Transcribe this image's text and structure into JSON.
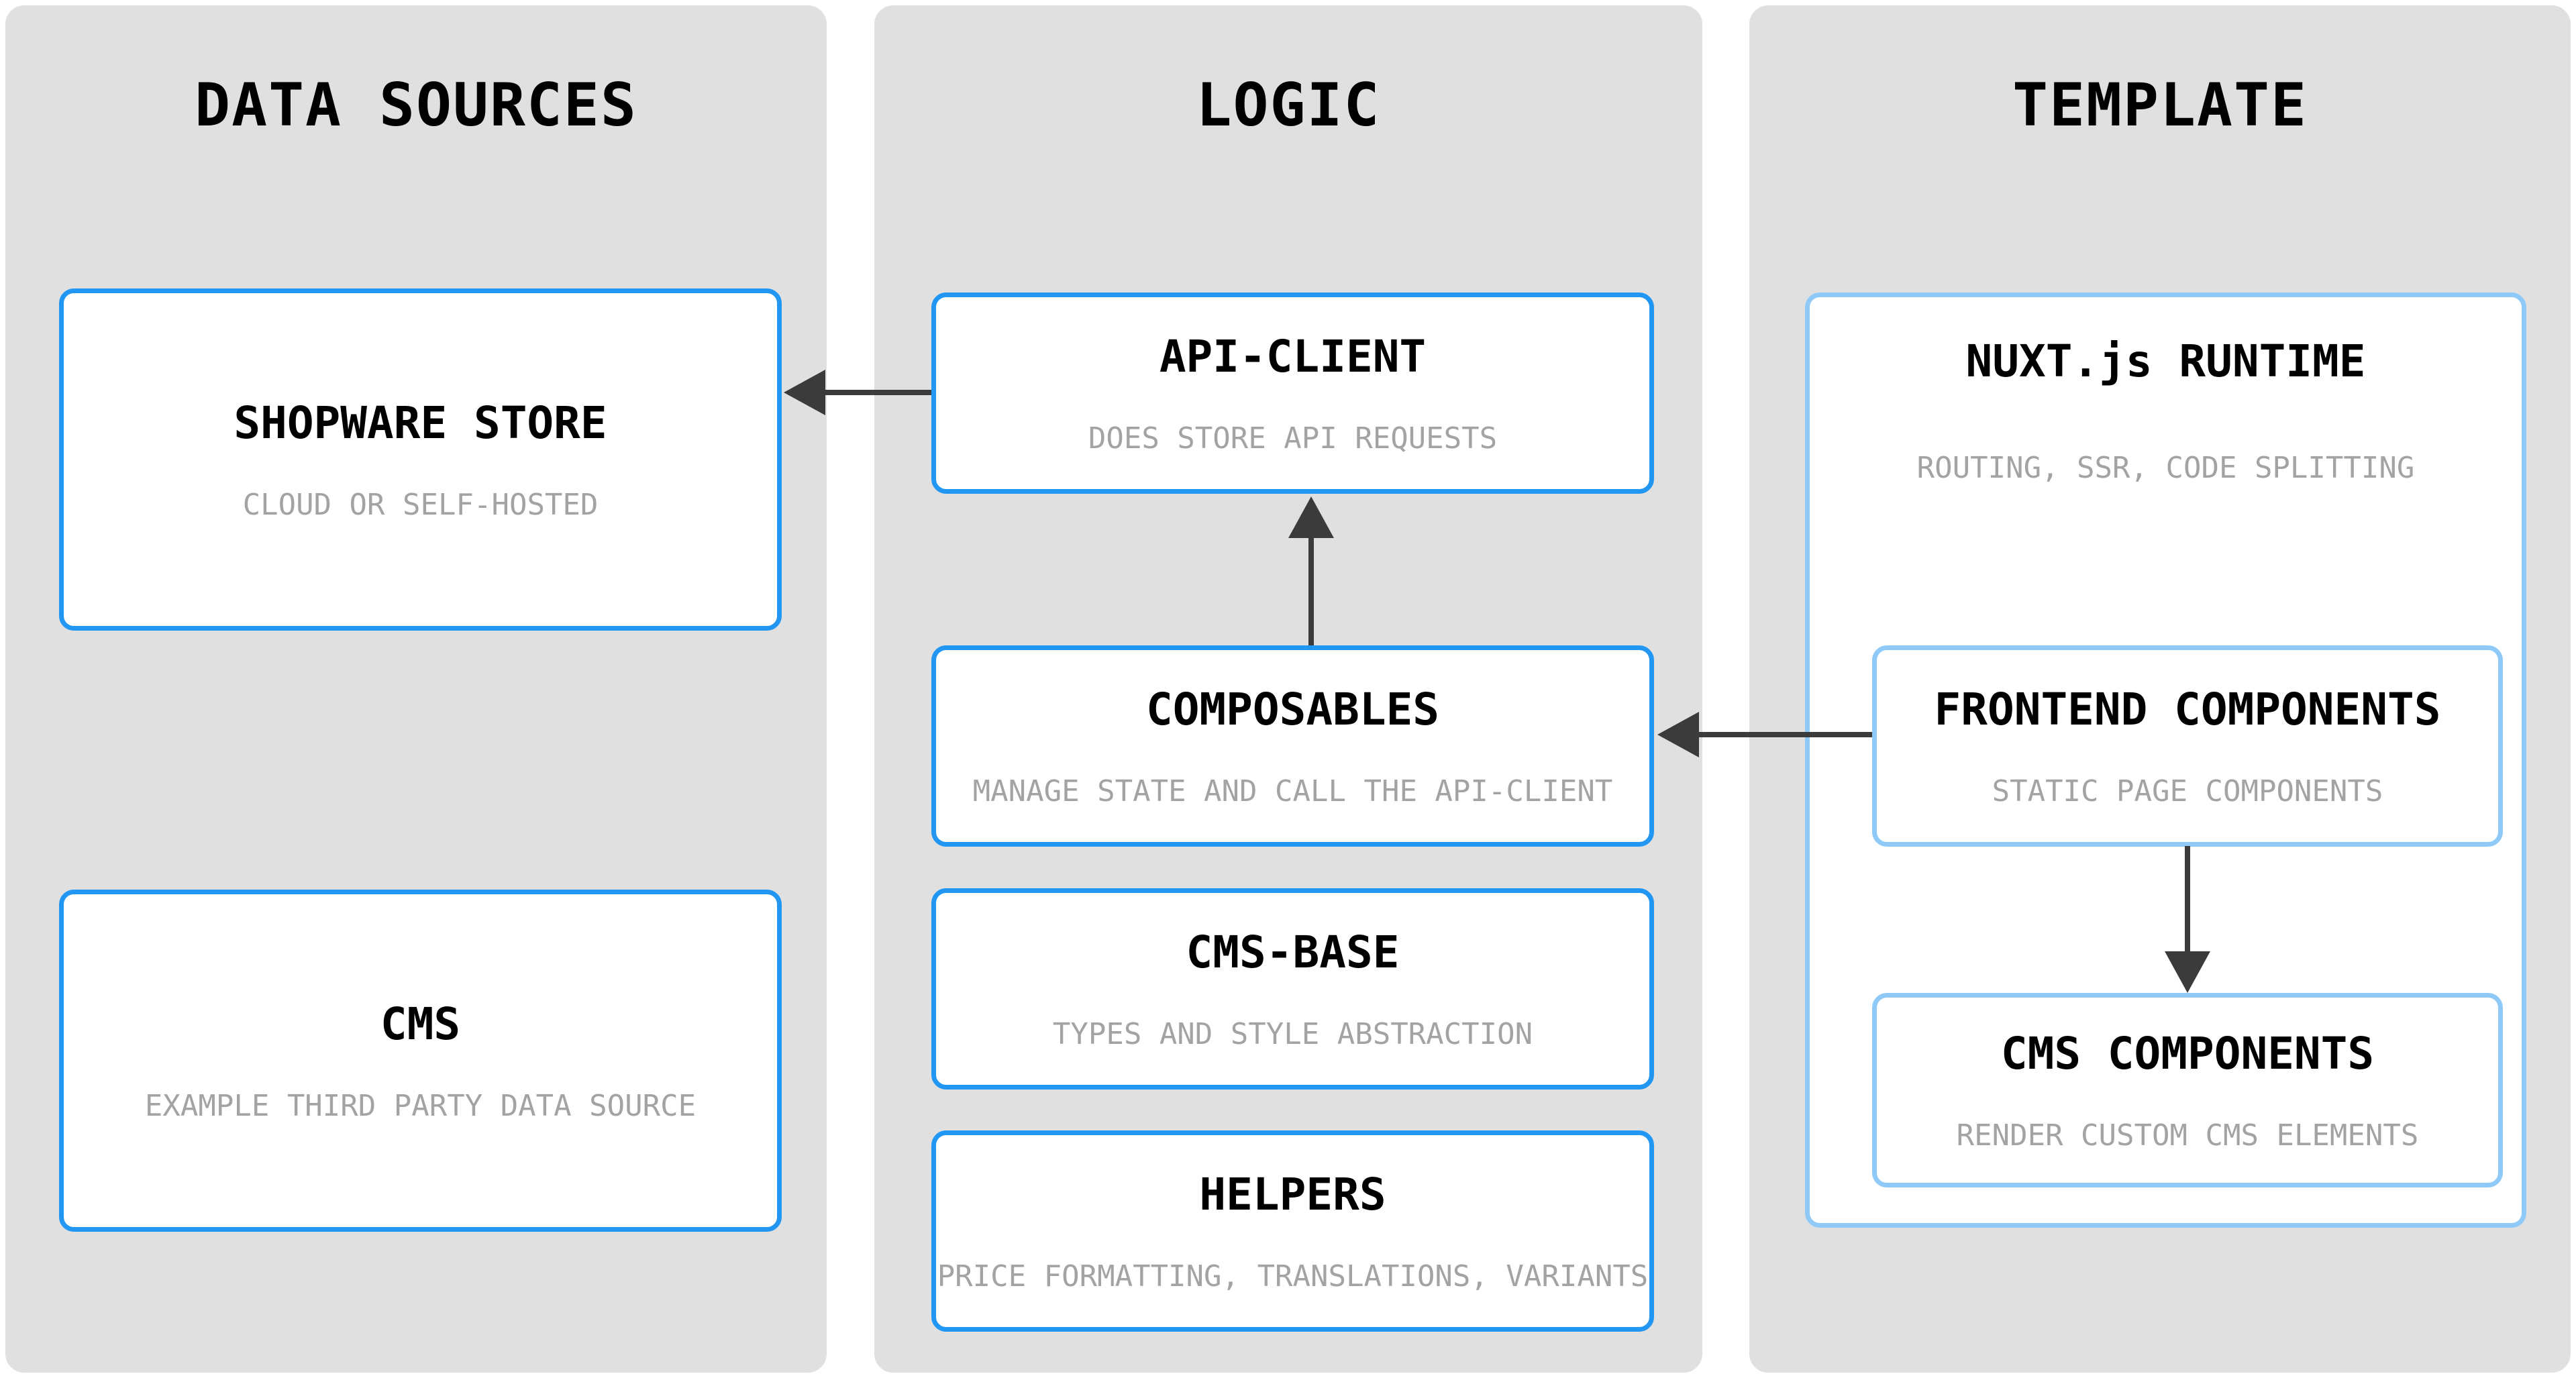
{
  "columns": [
    {
      "title": "DATA SOURCES",
      "boxes": [
        {
          "title": "SHOPWARE STORE",
          "subtitle": "CLOUD OR SELF-HOSTED"
        },
        {
          "title": "CMS",
          "subtitle": "EXAMPLE THIRD PARTY DATA SOURCE"
        }
      ]
    },
    {
      "title": "LOGIC",
      "boxes": [
        {
          "title": "API-CLIENT",
          "subtitle": "DOES STORE API REQUESTS"
        },
        {
          "title": "COMPOSABLES",
          "subtitle": "MANAGE STATE AND CALL THE API-CLIENT"
        },
        {
          "title": "CMS-BASE",
          "subtitle": "TYPES AND STYLE ABSTRACTION"
        },
        {
          "title": "HELPERS",
          "subtitle": "PRICE FORMATTING, TRANSLATIONS, VARIANTS"
        }
      ]
    },
    {
      "title": "TEMPLATE",
      "boxes": [
        {
          "title": "NUXT.js RUNTIME",
          "subtitle": "ROUTING, SSR, CODE SPLITTING",
          "children": [
            {
              "title": "FRONTEND COMPONENTS",
              "subtitle": "STATIC PAGE COMPONENTS"
            },
            {
              "title": "CMS COMPONENTS",
              "subtitle": "RENDER CUSTOM CMS ELEMENTS"
            }
          ]
        }
      ]
    }
  ],
  "arrows": [
    {
      "from": "api-client",
      "to": "shopware-store",
      "direction": "left"
    },
    {
      "from": "composables",
      "to": "api-client",
      "direction": "up"
    },
    {
      "from": "frontend-components",
      "to": "composables",
      "direction": "left"
    },
    {
      "from": "frontend-components",
      "to": "cms-components",
      "direction": "down"
    }
  ],
  "colors": {
    "col-bg": "#e0e0e0",
    "box-bg": "#ffffff",
    "accent-blue": "#2196f3",
    "light-blue": "#8ec9f7",
    "title-color": "#000000",
    "subtitle-color": "#a3a3a3",
    "arrow-color": "#3b3b3b"
  }
}
